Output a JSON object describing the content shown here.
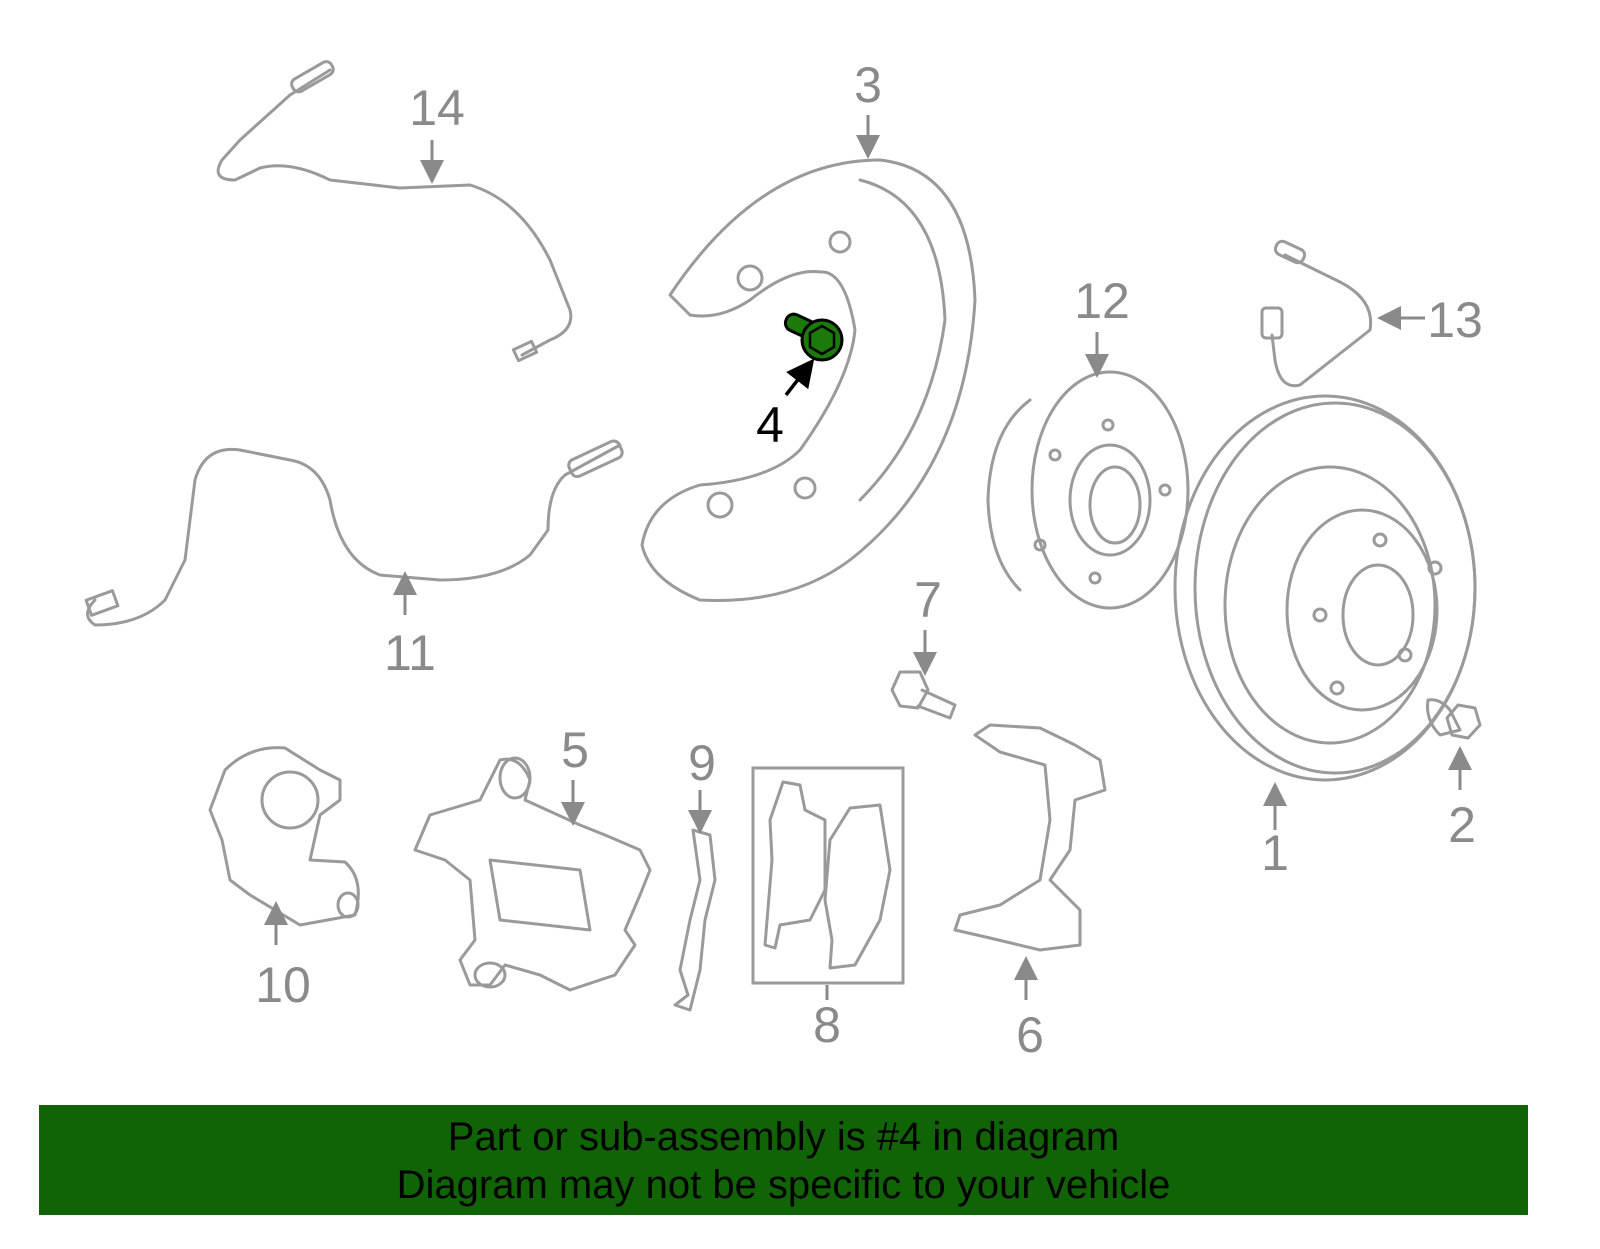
{
  "diagram": {
    "callouts": [
      {
        "id": "1",
        "label": "1"
      },
      {
        "id": "2",
        "label": "2"
      },
      {
        "id": "3",
        "label": "3"
      },
      {
        "id": "4",
        "label": "4",
        "highlighted": true
      },
      {
        "id": "5",
        "label": "5"
      },
      {
        "id": "6",
        "label": "6"
      },
      {
        "id": "7",
        "label": "7"
      },
      {
        "id": "8",
        "label": "8"
      },
      {
        "id": "9",
        "label": "9"
      },
      {
        "id": "10",
        "label": "10"
      },
      {
        "id": "11",
        "label": "11"
      },
      {
        "id": "12",
        "label": "12"
      },
      {
        "id": "13",
        "label": "13"
      },
      {
        "id": "14",
        "label": "14"
      }
    ],
    "highlight_color": "#1a7a0a",
    "line_color": "#9a9a9a"
  },
  "banner": {
    "line1": "Part or sub-assembly is #4 in diagram",
    "line2": "Diagram may not be specific to your vehicle",
    "color": "#116405"
  }
}
